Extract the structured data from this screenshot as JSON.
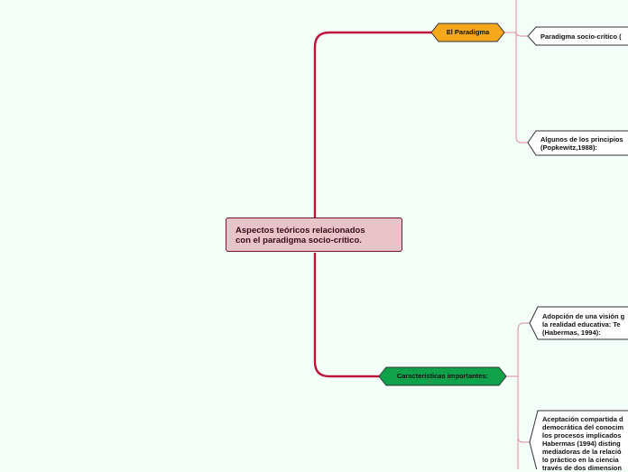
{
  "central": {
    "line1": "Aspectos teóricos relacionados",
    "line2": "con el paradigma socio-crítico."
  },
  "branches": [
    {
      "label": "El Paradigma",
      "color": "#f4a81a",
      "children": [
        {
          "text": "Paradigma socio-crítico ("
        },
        {
          "text": "Algunos de los principios\n(Popkewitz,1988):"
        }
      ]
    },
    {
      "label": "Características importantes:",
      "color": "#0fa24a",
      "children": [
        {
          "text": "Adopción de una visión g\nla realidad educativa: Te\n(Habermas, 1994):"
        },
        {
          "text": "Aceptación compartida d\ndemocrática del conocim\nlos procesos implicados\nHabermas (1994) disting\nmediadoras de la relació\nlo práctico en la ciencia\ntravés de dos dimension"
        }
      ]
    }
  ],
  "colors": {
    "background": "#f3fff8",
    "connector": "#c0143c",
    "central_fill": "#e8c3c9",
    "central_border": "#6b1b2c"
  }
}
